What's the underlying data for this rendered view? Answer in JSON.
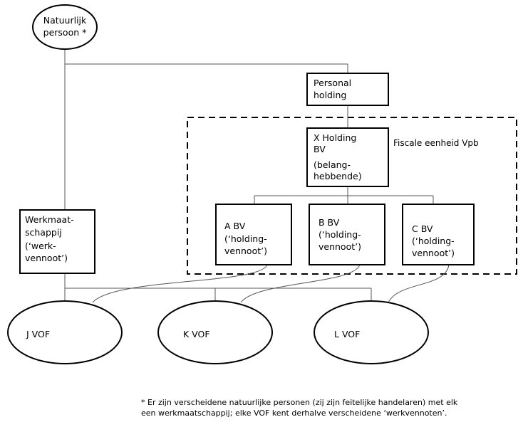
{
  "diagram": {
    "nodes": {
      "natuurlijk_persoon": {
        "lines": [
          "Natuurlijk",
          "persoon *"
        ]
      },
      "personal_holding": {
        "lines": [
          "Personal",
          "holding"
        ]
      },
      "x_holding": {
        "lines": [
          "X Holding",
          "BV",
          "(belang-",
          "hebbende)"
        ]
      },
      "werkmaatschappij": {
        "lines": [
          "Werkmaat-",
          "schappij",
          "(‘werk-",
          "vennoot’)"
        ]
      },
      "a_bv": {
        "lines": [
          "A  BV",
          "(‘holding-",
          "vennoot’)"
        ]
      },
      "b_bv": {
        "lines": [
          "B  BV",
          "(‘holding-",
          "vennoot’)"
        ]
      },
      "c_bv": {
        "lines": [
          "C  BV",
          "(‘holding-",
          "vennoot’)"
        ]
      },
      "j_vof": {
        "lines": [
          "J  VOF"
        ]
      },
      "k_vof": {
        "lines": [
          "K  VOF"
        ]
      },
      "l_vof": {
        "lines": [
          "L  VOF"
        ]
      }
    },
    "region_label": "Fiscale eenheid Vpb",
    "footnote": {
      "line1": "* Er zijn verscheidene natuurlijke personen (zij zijn feitelijke handelaren) met elk",
      "line2": "een werkmaatschappij; elke VOF kent derhalve verscheidene ‘werkvennoten’."
    }
  }
}
